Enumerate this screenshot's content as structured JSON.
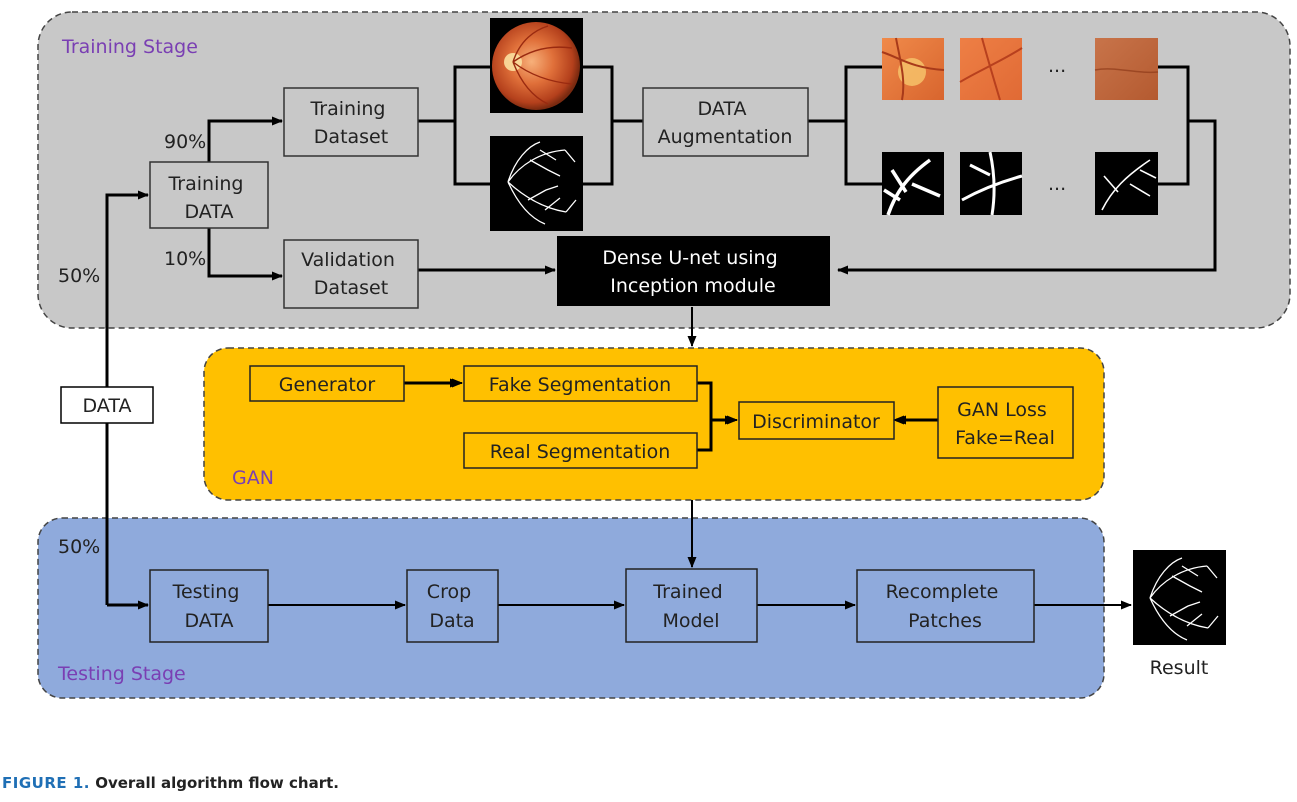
{
  "stages": {
    "training": "Training Stage",
    "gan": "GAN",
    "testing": "Testing Stage"
  },
  "percentages": {
    "training_split": "50%",
    "testing_split": "50%",
    "train_portion": "90%",
    "validation_portion": "10%"
  },
  "nodes": {
    "data": "DATA",
    "training_data": [
      "Training",
      "DATA"
    ],
    "training_dataset": [
      "Training",
      "Dataset"
    ],
    "validation_dataset": [
      "Validation",
      "Dataset"
    ],
    "data_augmentation": [
      "DATA",
      "Augmentation"
    ],
    "dense_unet": [
      "Dense U-net using",
      "Inception module"
    ],
    "generator": "Generator",
    "fake_segmentation": "Fake Segmentation",
    "real_segmentation": "Real Segmentation",
    "discriminator": "Discriminator",
    "gan_loss": [
      "GAN Loss",
      "Fake=Real"
    ],
    "testing_data": [
      "Testing",
      "DATA"
    ],
    "crop_data": [
      "Crop",
      "Data"
    ],
    "trained_model": [
      "Trained",
      "Model"
    ],
    "recomplete_patches": [
      "Recomplete",
      "Patches"
    ],
    "result": "Result"
  },
  "ellipsis": "...",
  "caption": {
    "figure_label": "FIGURE 1.",
    "text": "Overall algorithm flow chart."
  },
  "colors": {
    "training_bg": "#c8c8c8",
    "gan_bg": "#ffc000",
    "testing_bg": "#8faadc",
    "stage_label": "#7a3fb3",
    "dense_box": "#000000",
    "figure_label": "#1f6fb5"
  }
}
